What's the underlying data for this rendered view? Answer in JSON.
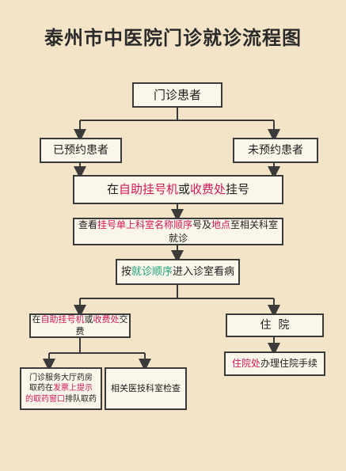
{
  "title": "泰州市中医院门诊就诊流程图",
  "nodes": {
    "start": "门诊患者",
    "reserved": "已预约患者",
    "unreserved": "未预约患者",
    "register": {
      "p1": "在",
      "h1": "自助挂号机",
      "p2": "或",
      "h2": "收费处",
      "p3": "挂号"
    },
    "check": {
      "p1": "查看",
      "h1": "挂号单上科室名称顺序",
      "p2": "号及",
      "h2": "地点",
      "p3": "至相关科室就诊"
    },
    "order": {
      "p1": "按",
      "h1": "就诊顺序",
      "p2": "进入诊室看病"
    },
    "pay": {
      "p1": "在",
      "h1": "自助挂号机",
      "p2": "或",
      "h2": "收费处",
      "p3": "交费"
    },
    "hospital": "住  院",
    "admission": {
      "h1": "住院处",
      "p1": "办理住院手续"
    },
    "pharmacy": {
      "l1": "门诊服务大厅药房",
      "l2a": "取药在",
      "l2h": "发票上提示",
      "l3h": "的取药窗口",
      "l3b": "排队取药"
    },
    "exam": "相关医技科室检查"
  },
  "colors": {
    "highlight_red": "#d4185a",
    "highlight_green": "#1aa37a",
    "line": "#3a3a3a"
  }
}
